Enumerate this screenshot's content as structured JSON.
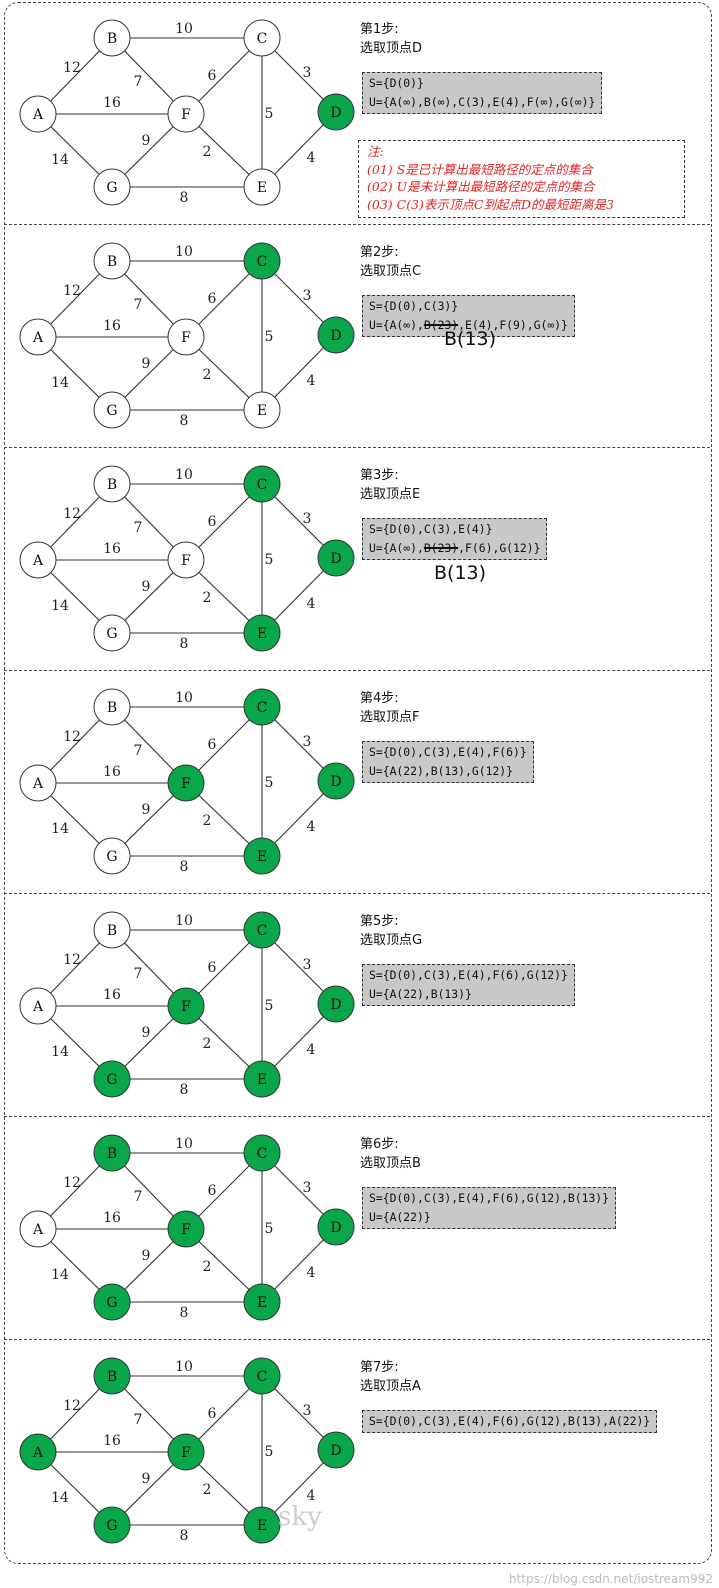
{
  "note": {
    "title": "注:",
    "lines": [
      "(01) S是已计算出最短路径的定点的集合",
      "(02) U是未计算出最短路径的定点的集合",
      "(03) C(3)表示顶点C到起点D的最短距离是3"
    ]
  },
  "graph": {
    "nodes": [
      {
        "id": "A",
        "label": "A"
      },
      {
        "id": "B",
        "label": "B"
      },
      {
        "id": "C",
        "label": "C"
      },
      {
        "id": "D",
        "label": "D"
      },
      {
        "id": "E",
        "label": "E"
      },
      {
        "id": "F",
        "label": "F"
      },
      {
        "id": "G",
        "label": "G"
      }
    ],
    "edges": [
      {
        "from": "A",
        "to": "B",
        "weight": "12"
      },
      {
        "from": "A",
        "to": "F",
        "weight": "16"
      },
      {
        "from": "A",
        "to": "G",
        "weight": "14"
      },
      {
        "from": "B",
        "to": "C",
        "weight": "10"
      },
      {
        "from": "B",
        "to": "F",
        "weight": "7"
      },
      {
        "from": "C",
        "to": "F",
        "weight": "6"
      },
      {
        "from": "C",
        "to": "D",
        "weight": "3"
      },
      {
        "from": "C",
        "to": "E",
        "weight": "5"
      },
      {
        "from": "F",
        "to": "G",
        "weight": "9"
      },
      {
        "from": "F",
        "to": "E",
        "weight": "2"
      },
      {
        "from": "G",
        "to": "E",
        "weight": "8"
      },
      {
        "from": "D",
        "to": "E",
        "weight": "4"
      }
    ]
  },
  "colors": {
    "visited": "#0aa64a",
    "unvisited": "#ffffff",
    "stroke": "#333333",
    "setbox_bg": "#c8c8c8",
    "note_text": "#e02424"
  },
  "steps": [
    {
      "step_label": "第1步:",
      "action": "选取顶点D",
      "visited": [
        "D"
      ],
      "S": "S={D(0)}",
      "U_parts": [
        {
          "text": "U={A(∞),B(∞),C(3),E(4),F(∞),G(∞)}",
          "strike": false
        }
      ],
      "handwritten": ""
    },
    {
      "step_label": "第2步:",
      "action": "选取顶点C",
      "visited": [
        "D",
        "C"
      ],
      "S": "S={D(0),C(3)}",
      "U_parts": [
        {
          "text": "U={A(∞),",
          "strike": false
        },
        {
          "text": "B(23)",
          "strike": true
        },
        {
          "text": ",E(4),F(9),G(∞)}",
          "strike": false
        }
      ],
      "handwritten": "B(13)"
    },
    {
      "step_label": "第3步:",
      "action": "选取顶点E",
      "visited": [
        "D",
        "C",
        "E"
      ],
      "S": "S={D(0),C(3),E(4)}",
      "U_parts": [
        {
          "text": "U={A(∞),",
          "strike": false
        },
        {
          "text": "B(23)",
          "strike": true
        },
        {
          "text": ",F(6),G(12)}",
          "strike": false
        }
      ],
      "handwritten": "B(13)"
    },
    {
      "step_label": "第4步:",
      "action": "选取顶点F",
      "visited": [
        "D",
        "C",
        "E",
        "F"
      ],
      "S": "S={D(0),C(3),E(4),F(6)}",
      "U_parts": [
        {
          "text": "U={A(22),B(13),G(12)}",
          "strike": false
        }
      ],
      "handwritten": ""
    },
    {
      "step_label": "第5步:",
      "action": "选取顶点G",
      "visited": [
        "D",
        "C",
        "E",
        "F",
        "G"
      ],
      "S": "S={D(0),C(3),E(4),F(6),G(12)}",
      "U_parts": [
        {
          "text": "U={A(22),B(13)}",
          "strike": false
        }
      ],
      "handwritten": ""
    },
    {
      "step_label": "第6步:",
      "action": "选取顶点B",
      "visited": [
        "D",
        "C",
        "E",
        "F",
        "G",
        "B"
      ],
      "S": "S={D(0),C(3),E(4),F(6),G(12),B(13)}",
      "U_parts": [
        {
          "text": "U={A(22)}",
          "strike": false
        }
      ],
      "handwritten": ""
    },
    {
      "step_label": "第7步:",
      "action": "选取顶点A",
      "visited": [
        "D",
        "C",
        "E",
        "F",
        "G",
        "B",
        "A"
      ],
      "S": "S={D(0),C(3),E(4),F(6),G(12),B(13),A(22)}",
      "U_parts": [],
      "handwritten": ""
    }
  ],
  "watermark": "https://blog.csdn.net/iostream992",
  "signature": "sky"
}
